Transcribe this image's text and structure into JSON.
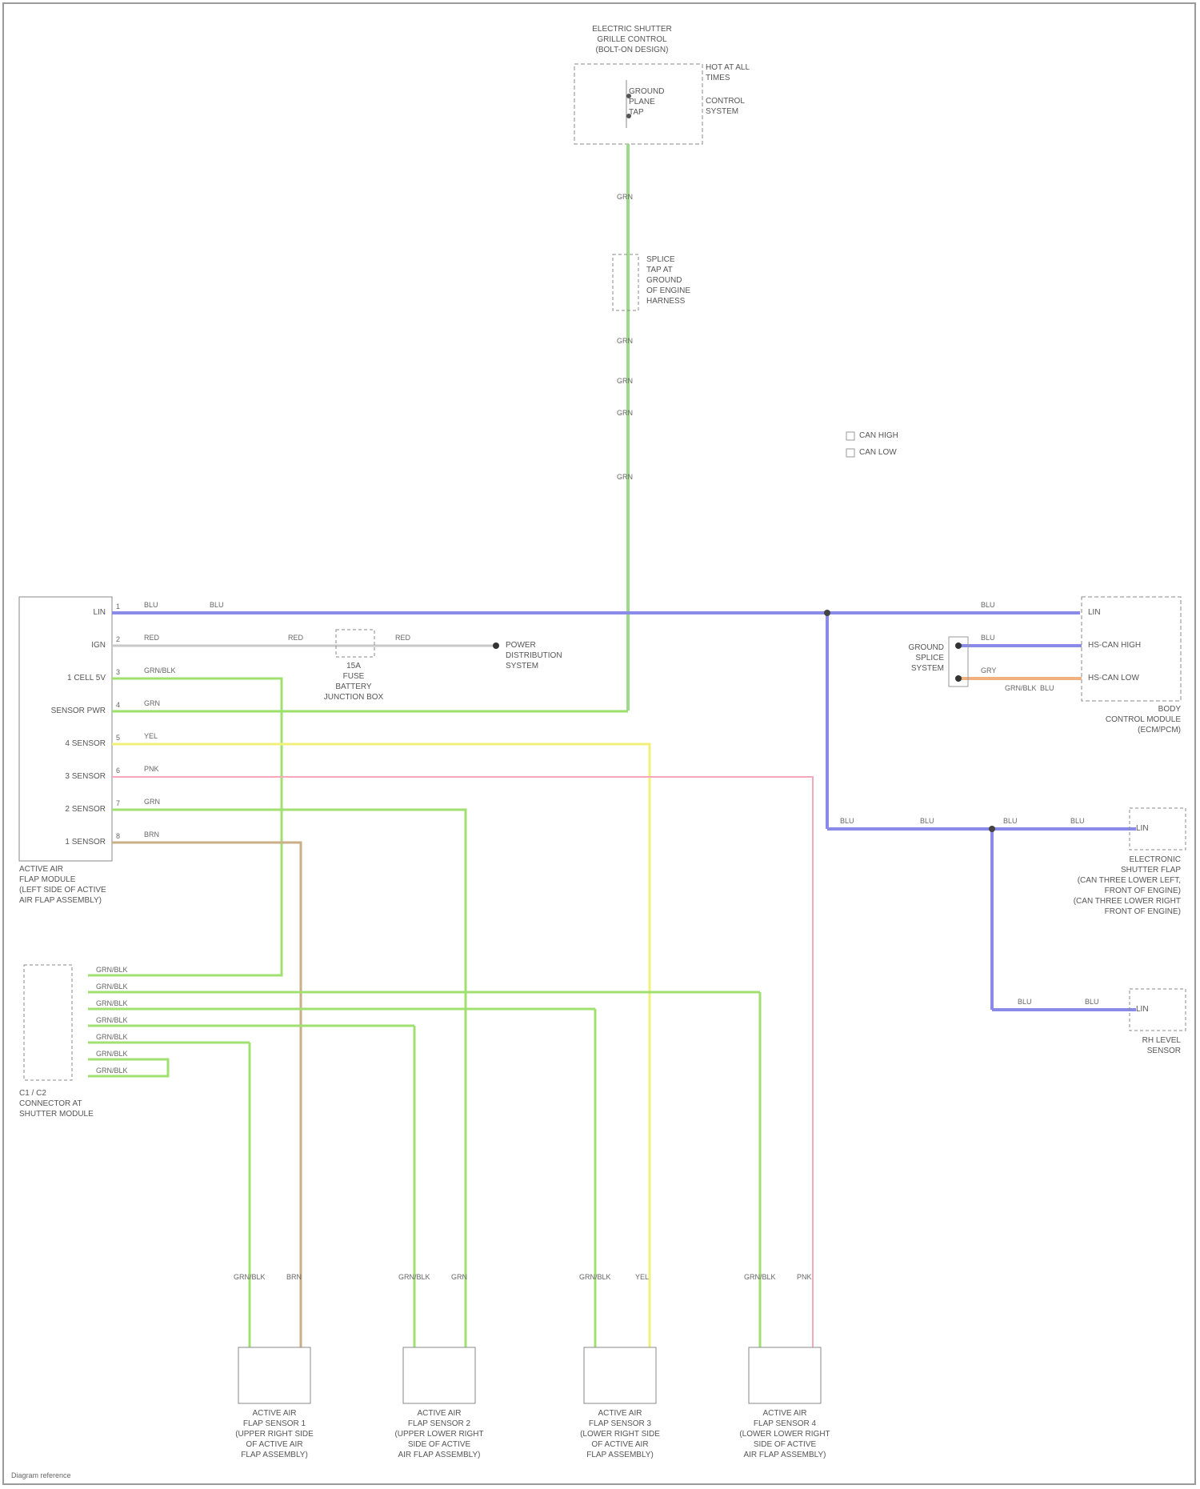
{
  "colors": {
    "can_bus": "#8a8ae8",
    "ground_wire": "#9fd98a",
    "pin_wire": "#98e06a",
    "sensor1_wire": "#f2f07a",
    "sensor2_wire": "#f4a8bc",
    "sensor3_wire": "#a0e070",
    "sensor4_wire": "#c9ae86",
    "ignition_wire": "#c8c8c8",
    "orange_wire": "#f0b080",
    "outline": "#8a8a8a"
  },
  "top_component": {
    "title": "ELECTRIC SHUTTER\nGRILLE CONTROL\n(BOLT-ON DESIGN)",
    "right_note": "HOT AT ALL\nTIMES",
    "inner_label": "GROUND\nPLANE\nTAP",
    "right_note2": "CONTROL\nSYSTEM"
  },
  "ground_wire_labels": [
    "GRN",
    "GRN",
    "GRN",
    "GRN",
    "GRN"
  ],
  "splice_label": "SPLICE\nTAP AT\nGROUND\nOF ENGINE\nHARNESS",
  "legend": [
    "CAN HIGH",
    "CAN LOW"
  ],
  "module": {
    "pins": [
      "LIN",
      "IGN",
      "1 CELL 5V",
      "SENSOR PWR",
      "4 SENSOR",
      "3 SENSOR",
      "2 SENSOR",
      "1 SENSOR"
    ],
    "pin_numbers": [
      "1",
      "2",
      "3",
      "4",
      "5",
      "6",
      "7",
      "8"
    ],
    "title": "ACTIVE AIR\nFLAP MODULE\n(LEFT SIDE OF ACTIVE\nAIR FLAP ASSEMBLY)"
  },
  "wire_labels": {
    "can_left": "BLU",
    "can_left2": "BLU",
    "ign_left": "RED",
    "ign_mid": "RED",
    "ign_right": "RED",
    "cell_wire": "GRN/BLK",
    "sensor_pwr": "GRN",
    "s4": "YEL",
    "s3": "PNK",
    "s2": "GRN",
    "s1": "BRN"
  },
  "fuse_label": "15A\nFUSE\nBATTERY\nJUNCTION BOX",
  "power_text": "POWER\nDISTRIBUTION\nSYSTEM",
  "right_module": {
    "pins": [
      "LIN",
      "HS-CAN HIGH",
      "HS-CAN LOW"
    ],
    "title": "BODY\nCONTROL MODULE\n(ECM/PCM)",
    "ground_title": "GROUND\nSPLICE\nSYSTEM",
    "wire1": "BLU",
    "wire2": "BLU",
    "wire3": "GRY",
    "wire4": "GRN/BLK",
    "wire5": "BLU"
  },
  "mid_right": {
    "title": "ELECTRONIC\nSHUTTER FLAP\n(CAN THREE LOWER LEFT,\nFRONT OF ENGINE)\n(CAN THREE LOWER RIGHT\nFRONT OF ENGINE)",
    "wires": [
      "BLU",
      "BLU",
      "BLU",
      "BLU"
    ],
    "pin": "LIN"
  },
  "lower_right": {
    "title": "RH LEVEL\nSENSOR",
    "wires": [
      "BLU",
      "BLU"
    ],
    "pin": "LIN"
  },
  "connector": {
    "rows": [
      "GRN/BLK",
      "GRN/BLK",
      "GRN/BLK",
      "GRN/BLK",
      "GRN/BLK",
      "GRN/BLK",
      "GRN/BLK"
    ],
    "title": "C1 / C2\nCONNECTOR AT\nSHUTTER MODULE"
  },
  "sensors": [
    {
      "title": "ACTIVE AIR\nFLAP SENSOR 1\n(UPPER RIGHT SIDE\nOF ACTIVE AIR\nFLAP ASSEMBLY)",
      "left_wire": "GRN/BLK",
      "right_wire": "BRN"
    },
    {
      "title": "ACTIVE AIR\nFLAP SENSOR 2\n(UPPER LOWER RIGHT\nSIDE OF ACTIVE\nAIR FLAP ASSEMBLY)",
      "left_wire": "GRN/BLK",
      "right_wire": "GRN"
    },
    {
      "title": "ACTIVE AIR\nFLAP SENSOR 3\n(LOWER RIGHT SIDE\nOF ACTIVE AIR\nFLAP ASSEMBLY)",
      "left_wire": "GRN/BLK",
      "right_wire": "YEL"
    },
    {
      "title": "ACTIVE AIR\nFLAP SENSOR 4\n(LOWER LOWER RIGHT\nSIDE OF ACTIVE\nAIR FLAP ASSEMBLY)",
      "left_wire": "GRN/BLK",
      "right_wire": "PNK"
    }
  ],
  "footer": "Diagram reference"
}
